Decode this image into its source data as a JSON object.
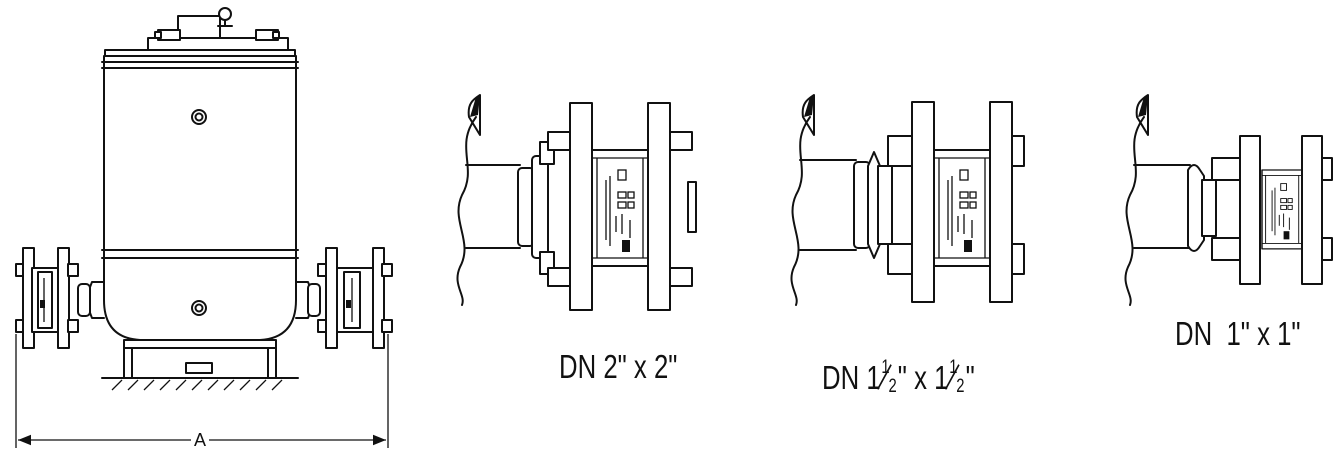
{
  "dimension": {
    "label": "A"
  },
  "captions": {
    "dn_2": "DN 2\" x 2\"",
    "dn_1_5": {
      "prefix": "DN 1",
      "numerator": "1",
      "denominator": "2",
      "middle": "\" x 1",
      "suffix": "\""
    },
    "dn_1": "DN  1\" x 1\""
  }
}
